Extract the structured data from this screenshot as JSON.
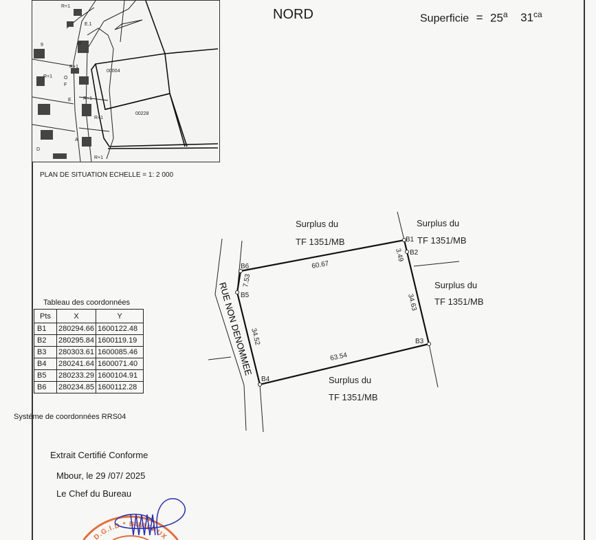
{
  "header": {
    "north_label": "NORD",
    "area_label": "Superficie",
    "area_equals": "=",
    "area_ares": "25",
    "area_ares_unit": "a",
    "area_centiares": "31",
    "area_centiares_unit": "ca"
  },
  "inset_map": {
    "parcel_labels": [
      "00004",
      "00228"
    ],
    "labels": [
      "R+1",
      "E.1",
      "H",
      "9",
      "R+1",
      "R+1",
      "O",
      "F",
      "E",
      "R+1",
      "R+1",
      "A",
      "D",
      "R+1"
    ],
    "caption": "PLAN DE SITUATION ECHELLE = 1: 2 000"
  },
  "coordinates_table": {
    "title": "Tableau des coordonnées",
    "headers": [
      "Pts",
      "X",
      "Y"
    ],
    "rows": [
      [
        "B1",
        "280294.66",
        "1600122.48"
      ],
      [
        "B2",
        "280295.84",
        "1600119.19"
      ],
      [
        "B3",
        "280303.61",
        "1600085.46"
      ],
      [
        "B4",
        "280241.64",
        "1600071.40"
      ],
      [
        "B5",
        "280233.29",
        "1600104.91"
      ],
      [
        "B6",
        "280234.85",
        "1600112.28"
      ]
    ],
    "system": "Systéme de coordonnées RRS04"
  },
  "plan": {
    "points": [
      "B1",
      "B2",
      "B3",
      "B4",
      "B5",
      "B6"
    ],
    "lengths": {
      "b6_b1": "60.67",
      "b1_b2": "3.49",
      "b2_b3": "34.63",
      "b3_b4": "63.54",
      "b4_b5": "34.52",
      "b5_b6": "7.53"
    },
    "road": "RUE NON DENOMMEE",
    "neighbor_line1": "Surplus du",
    "neighbor_line2": "TF 1351/MB"
  },
  "certification": {
    "line1": "Extrait Certifié Conforme",
    "line2": "Mbour, le 29 /07/ 2025",
    "line3": "Le Chef du Bureau",
    "stamp_text": "D.G.I.D * BUREAUX DE MBOUR"
  },
  "colors": {
    "stamp": "#e0703f",
    "signature": "#2b2fa8",
    "ink": "#1a1a1a"
  }
}
